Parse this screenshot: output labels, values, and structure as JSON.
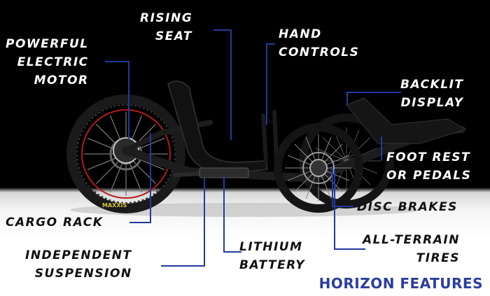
{
  "features": {
    "motor": [
      "Powerful",
      "Electric",
      "Motor"
    ],
    "seat": [
      "Rising",
      "Seat"
    ],
    "controls": [
      "Hand",
      "Controls"
    ],
    "display": [
      "Backlit",
      "Display"
    ],
    "foot": [
      "Foot Rest",
      "or Pedals"
    ],
    "brakes": [
      "Disc Brakes"
    ],
    "tires": [
      "All-Terrain",
      "Tires"
    ],
    "battery": [
      "Lithium",
      "Battery"
    ],
    "suspension": [
      "Independent",
      "Suspension"
    ],
    "cargo": [
      "Cargo Rack"
    ]
  },
  "brand_title": "HORIZON FEATURES",
  "tire_brand": "MAXXIS",
  "colors": {
    "leader_line": "#1f3c9e",
    "brand": "#2b3f9e",
    "background_top": "#000000"
  }
}
